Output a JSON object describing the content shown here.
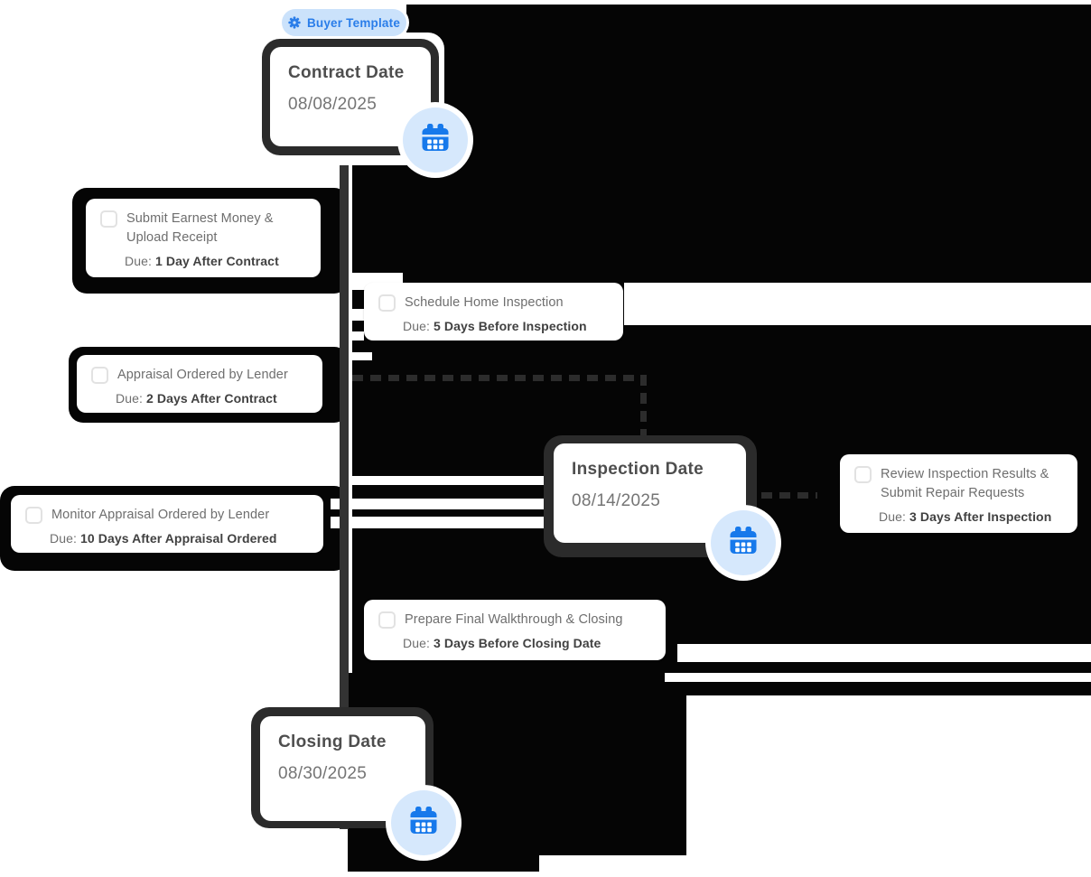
{
  "badge": {
    "label": "Buyer Template",
    "icon": "gear-icon"
  },
  "milestones": [
    {
      "title": "Contract Date",
      "date": "08/08/2025",
      "icon": "calendar-icon"
    },
    {
      "title": "Inspection Date",
      "date": "08/14/2025",
      "icon": "calendar-icon"
    },
    {
      "title": "Closing Date",
      "date": "08/30/2025",
      "icon": "calendar-icon"
    }
  ],
  "tasks": [
    {
      "title": "Submit Earnest Money & Upload Receipt",
      "due_label": "Due:",
      "due": "1 Day After Contract"
    },
    {
      "title": "Schedule Home Inspection",
      "due_label": "Due:",
      "due": "5 Days Before Inspection"
    },
    {
      "title": "Appraisal Ordered by Lender",
      "due_label": "Due:",
      "due": "2 Days After Contract"
    },
    {
      "title": "Monitor Appraisal Ordered by Lender",
      "due_label": "Due:",
      "due": "10 Days After Appraisal Ordered"
    },
    {
      "title": "Review Inspection Results & Submit Repair Requests",
      "due_label": "Due:",
      "due": "3 Days After Inspection"
    },
    {
      "title": "Prepare Final Walkthrough & Closing",
      "due_label": "Due:",
      "due": "3 Days Before Closing Date"
    }
  ],
  "colors": {
    "accent_blue": "#1779eb",
    "badge_bg": "#cbe2fb",
    "badge_text": "#2a7de9",
    "node_bg": "#d6e8fc",
    "milestone_border": "#2b2b2b",
    "connector_black": "#050505",
    "timeline_line": "#333333"
  }
}
